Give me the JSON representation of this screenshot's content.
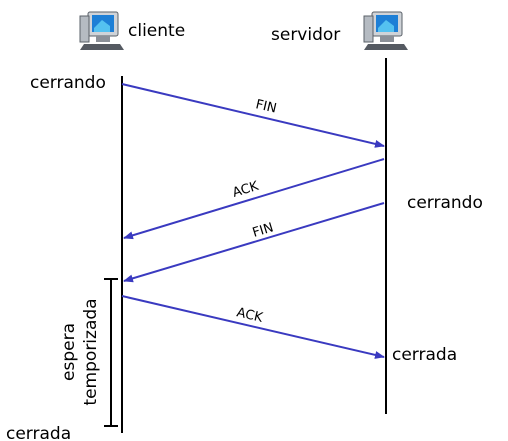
{
  "diagram": {
    "client_name": "cliente",
    "server_name": "servidor",
    "client_closing": "cerrando",
    "server_closing": "cerrando",
    "server_closed": "cerrada",
    "client_closed": "cerrada",
    "timed_wait_line1": "espera",
    "timed_wait_line2": "temporizada",
    "messages": [
      "FIN",
      "ACK",
      "FIN",
      "ACK"
    ],
    "colors": {
      "arrow": "#3a3ac0",
      "line": "#000000"
    },
    "icons": [
      "computer-icon",
      "computer-icon"
    ]
  }
}
